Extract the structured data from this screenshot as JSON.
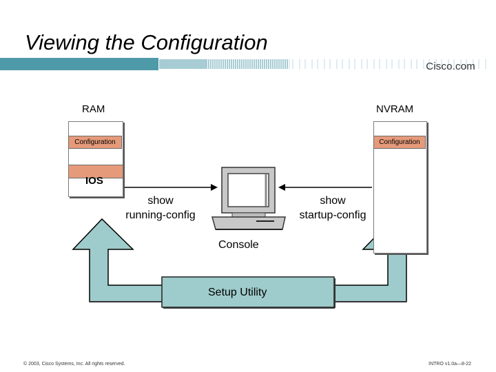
{
  "slide": {
    "title": "Viewing the Configuration",
    "logo": "Cisco.com",
    "footer_left": "© 2003, Cisco Systems, Inc. All rights reserved.",
    "footer_right": "INTRO v1.0a—8-22"
  },
  "diagram": {
    "ram_label": "RAM",
    "nvram_label": "NVRAM",
    "ram_config_label": "Configuration",
    "nvram_config_label": "Configuration",
    "ios_label": "IOS",
    "show_running_line1": "show",
    "show_running_line2": "running-config",
    "show_startup_line1": "show",
    "show_startup_line2": "startup-config",
    "console_label": "Console",
    "setup_label": "Setup Utility"
  },
  "colors": {
    "accent": "#4f9aa8",
    "arrow_fill": "#9ecbcb",
    "config_fill": "#e59a7a",
    "setup_fill": "#9ecbcb"
  }
}
